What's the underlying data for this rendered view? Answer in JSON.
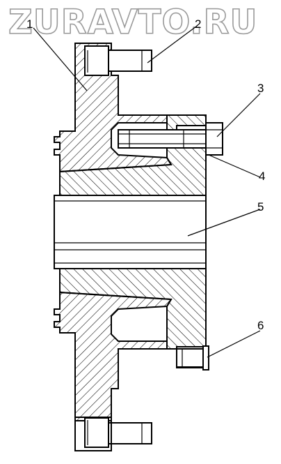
{
  "watermark": "ZURAVTO.RU",
  "callouts": [
    {
      "id": "1",
      "label": "1"
    },
    {
      "id": "2",
      "label": "2"
    },
    {
      "id": "3",
      "label": "3"
    },
    {
      "id": "4",
      "label": "4"
    },
    {
      "id": "5",
      "label": "5"
    },
    {
      "id": "6",
      "label": "6"
    }
  ],
  "colors": {
    "ink": "#000000",
    "watermark_outline": "#9a9a9a",
    "background": "#ffffff"
  }
}
